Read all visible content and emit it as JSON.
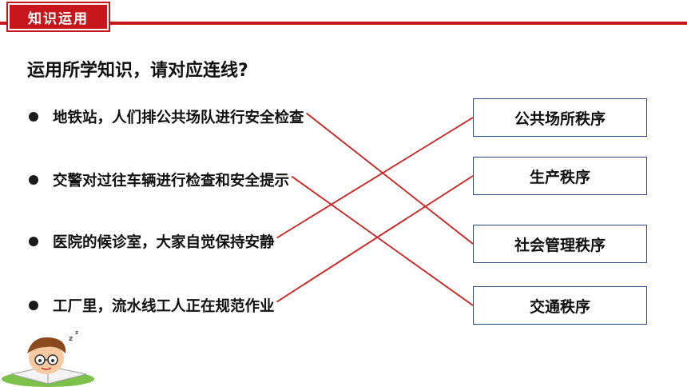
{
  "badge": "知识运用",
  "question": "运用所学知识，请对应连线?",
  "items": [
    "地铁站，人们排公共场队进行安全检查",
    "交警对过往车辆进行检查和安全提示",
    "医院的候诊室，大家自觉保持安静",
    "工厂里，流水线工人正在规范作业"
  ],
  "boxes": [
    "公共场所秩序",
    "生产秩序",
    "社会管理秩序",
    "交通秩序"
  ],
  "matches": [
    {
      "item": 0,
      "box": 2
    },
    {
      "item": 1,
      "box": 3
    },
    {
      "item": 2,
      "box": 0
    },
    {
      "item": 3,
      "box": 1
    }
  ],
  "colors": {
    "accent": "#c8161d",
    "line": "#d0201e",
    "box_border": "#2f4a7a"
  }
}
